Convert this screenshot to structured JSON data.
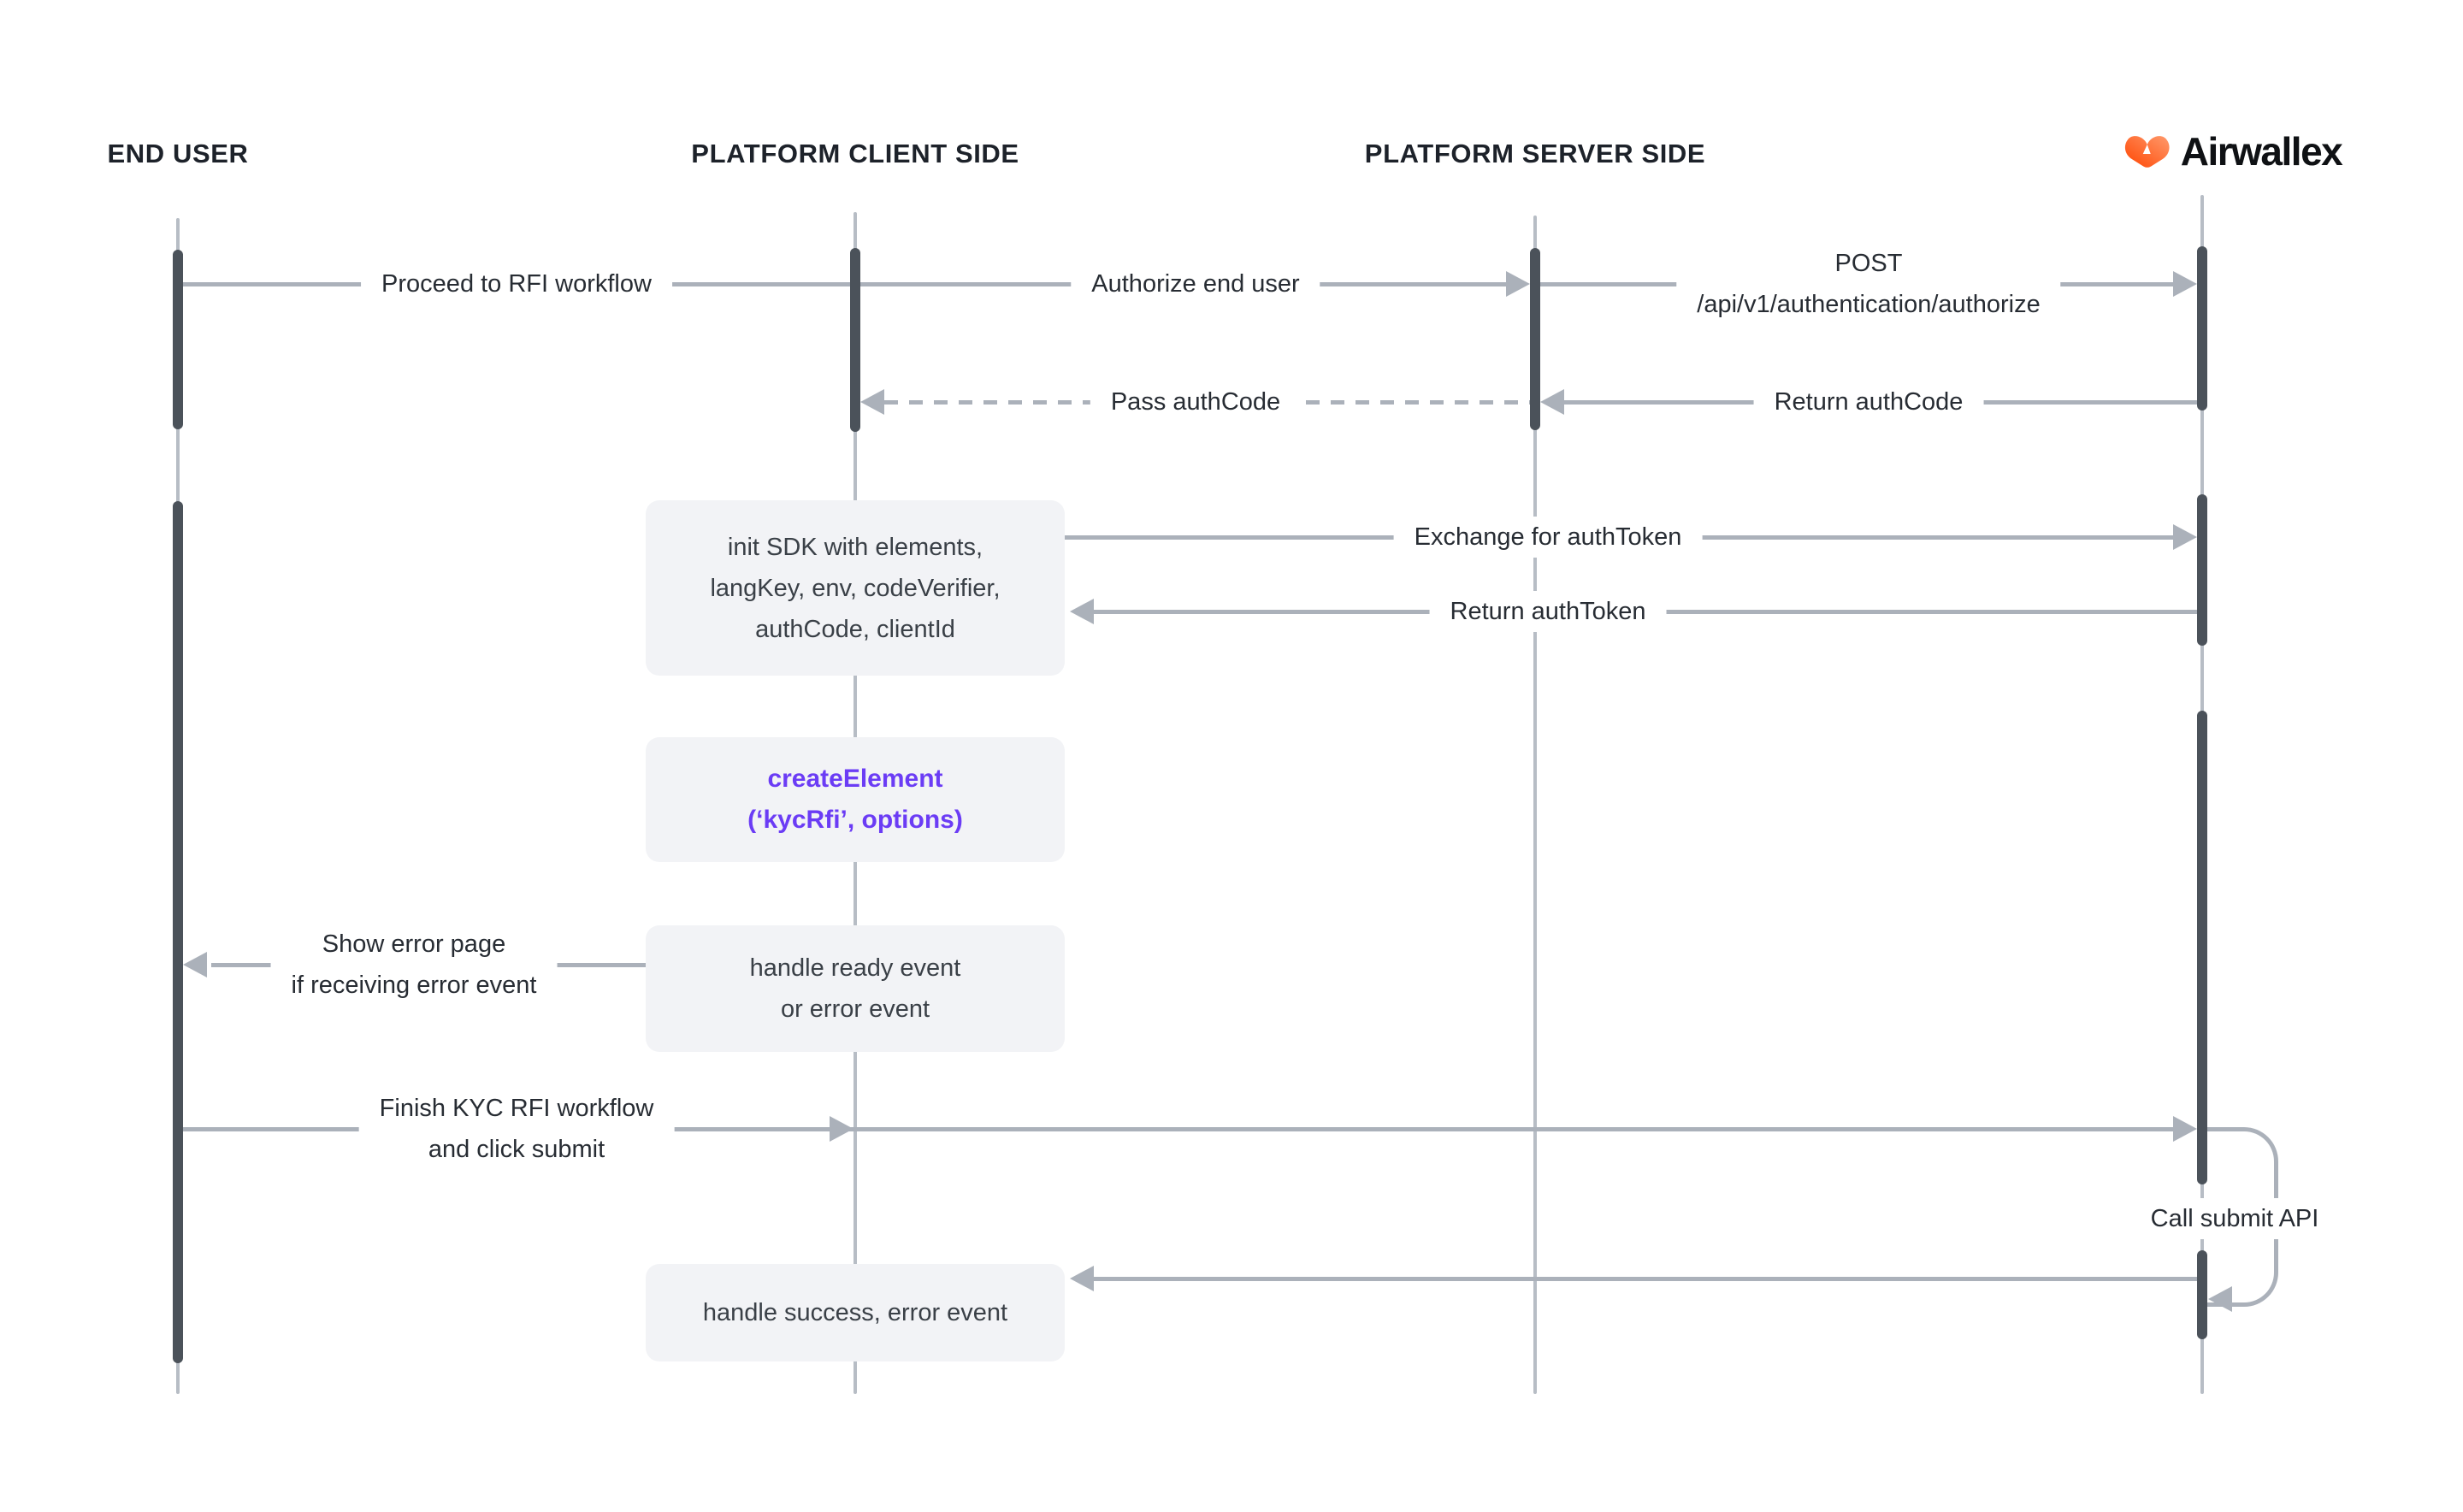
{
  "participants": {
    "end_user": "END USER",
    "client": "PLATFORM CLIENT SIDE",
    "server": "PLATFORM SERVER SIDE",
    "brand": "Airwallex"
  },
  "messages": {
    "proceed_rfi": "Proceed to RFI workflow",
    "authorize_end_user": "Authorize end user",
    "post_method": "POST",
    "post_path": "/api/v1/authentication/authorize",
    "pass_authcode": "Pass authCode",
    "return_authcode": "Return authCode",
    "exchange_authtoken": "Exchange for authToken",
    "return_authtoken": "Return authToken",
    "show_error_1": "Show error page",
    "show_error_2": "if receiving error event",
    "finish_1": "Finish KYC RFI workflow",
    "finish_2": "and click submit",
    "call_submit": "Call submit API"
  },
  "boxes": {
    "init_sdk": {
      "line1": "init SDK with elements,",
      "line2": "langKey, env, codeVerifier,",
      "line3": "authCode, clientId"
    },
    "create_element": {
      "line1": "createElement",
      "line2": "(‘kycRfi’, options)"
    },
    "handle_ready": {
      "line1": "handle ready event",
      "line2": "or error event"
    },
    "handle_success": {
      "line1": "handle success, error event"
    }
  },
  "colors": {
    "accent_purple": "#6B3CF5",
    "logo_orange_dark": "#FF4602",
    "logo_orange_light": "#FF9A6C",
    "line_gray": "#ABB1BA",
    "activation_bar": "#4B525A",
    "lifeline_gray": "#B7BDC5",
    "box_bg": "#F2F3F6",
    "text_dark": "#272C33"
  }
}
